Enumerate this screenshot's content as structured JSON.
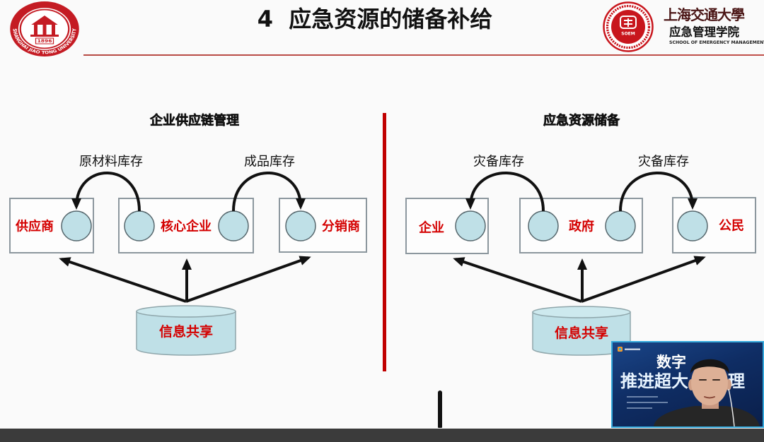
{
  "header": {
    "title": "4  应急资源的储备补给",
    "left_logo": {
      "icon": "sjtu-seal-icon",
      "ring_text": "SHANGHAI JIAO TONG UNIVERSITY",
      "year": "1896"
    },
    "right_logo": {
      "icon": "soem-seal-icon",
      "seal_text": "SOEM",
      "calligraphy": "上海交通大學",
      "school_cn": "应急管理学院",
      "school_en": "SCHOOL OF EMERGENCY MANAGEMENT"
    }
  },
  "left_panel": {
    "heading": "企业供应链管理",
    "arc_labels": [
      "原材料库存",
      "成品库存"
    ],
    "nodes": [
      "供应商",
      "核心企业",
      "分销商"
    ],
    "hub": "信息共享"
  },
  "right_panel": {
    "heading": "应急资源储备",
    "arc_labels": [
      "灾备库存",
      "灾备库存"
    ],
    "nodes": [
      "企业",
      "政府",
      "公民"
    ],
    "hub": "信息共享"
  },
  "video_overlay": {
    "headline_1": "数字",
    "headline_2": "推进超大",
    "headline_2_tail": "理"
  },
  "colors": {
    "title_text": "#111111",
    "accent_red": "#c00000",
    "node_text": "#d40000",
    "inventory_circle": "#bfe0e7",
    "box_border": "#8c979e",
    "logo_red": "#c41b23",
    "overlay_border": "#34a9dc",
    "player_bar": "#3b3b3b"
  }
}
